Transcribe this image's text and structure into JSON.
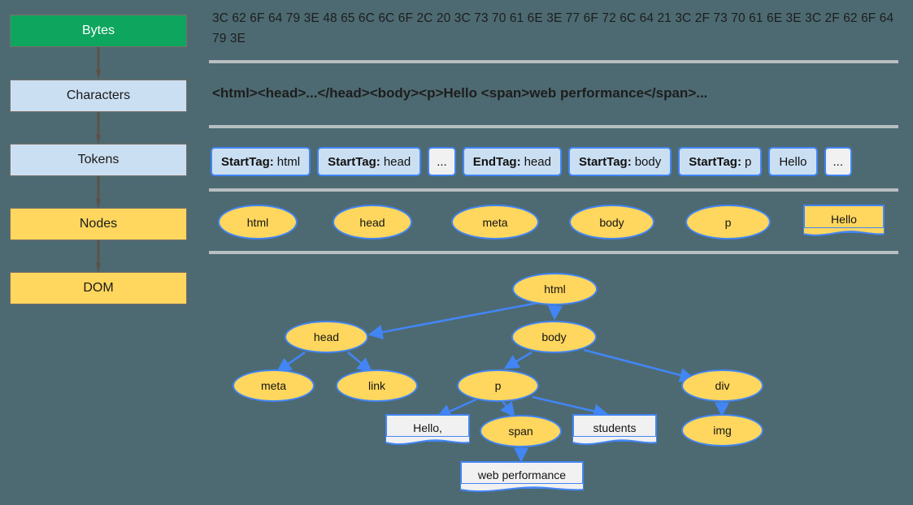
{
  "colors": {
    "background": "#4d6a72",
    "green": "#0ea55e",
    "light_blue": "#cbdff2",
    "yellow": "#ffd75e",
    "node_border": "#4285f4",
    "rule": "#b8bec1",
    "text_doc": "#f1f1f1",
    "pipe_arrow": "#5c5148"
  },
  "pipeline": {
    "stages": [
      {
        "label": "Bytes",
        "style": "green"
      },
      {
        "label": "Characters",
        "style": "blue"
      },
      {
        "label": "Tokens",
        "style": "blue"
      },
      {
        "label": "Nodes",
        "style": "yellow"
      },
      {
        "label": "DOM",
        "style": "yellow"
      }
    ]
  },
  "bytes_row": {
    "hex": "3C 62 6F 64 79 3E 48 65 6C 6C 6F 2C 20 3C 73 70 61 6E 3E 77 6F 72 6C 64 21 3C 2F 73 70 61 6E 3E 3C 2F 62 6F 64 79 3E"
  },
  "characters_row": {
    "text": "<html><head>...</head><body><p>Hello <span>web performance</span>..."
  },
  "tokens_row": {
    "tokens": [
      {
        "kind": "StartTag:",
        "value": "html",
        "type": "tag"
      },
      {
        "kind": "StartTag:",
        "value": "head",
        "type": "tag"
      },
      {
        "kind": "",
        "value": "...",
        "type": "ellipsis"
      },
      {
        "kind": "EndTag:",
        "value": "head",
        "type": "tag"
      },
      {
        "kind": "StartTag:",
        "value": "body",
        "type": "tag"
      },
      {
        "kind": "StartTag:",
        "value": "p",
        "type": "tag"
      },
      {
        "kind": "",
        "value": "Hello",
        "type": "text"
      },
      {
        "kind": "",
        "value": "...",
        "type": "ellipsis"
      }
    ]
  },
  "nodes_row": {
    "nodes": [
      {
        "label": "html",
        "shape": "ellipse"
      },
      {
        "label": "head",
        "shape": "ellipse"
      },
      {
        "label": "meta",
        "shape": "ellipse"
      },
      {
        "label": "body",
        "shape": "ellipse"
      },
      {
        "label": "p",
        "shape": "ellipse"
      },
      {
        "label": "Hello",
        "shape": "document"
      }
    ]
  },
  "dom_tree": {
    "nodes": [
      {
        "id": "html",
        "label": "html",
        "shape": "ellipse"
      },
      {
        "id": "head",
        "label": "head",
        "shape": "ellipse"
      },
      {
        "id": "body",
        "label": "body",
        "shape": "ellipse"
      },
      {
        "id": "meta",
        "label": "meta",
        "shape": "ellipse"
      },
      {
        "id": "link",
        "label": "link",
        "shape": "ellipse"
      },
      {
        "id": "p",
        "label": "p",
        "shape": "ellipse"
      },
      {
        "id": "div",
        "label": "div",
        "shape": "ellipse"
      },
      {
        "id": "hello",
        "label": "Hello,",
        "shape": "document"
      },
      {
        "id": "span",
        "label": "span",
        "shape": "ellipse"
      },
      {
        "id": "students",
        "label": "students",
        "shape": "document"
      },
      {
        "id": "img",
        "label": "img",
        "shape": "ellipse"
      },
      {
        "id": "webperf",
        "label": "web performance",
        "shape": "document"
      }
    ],
    "edges": [
      {
        "from": "html",
        "to": "head"
      },
      {
        "from": "html",
        "to": "body"
      },
      {
        "from": "head",
        "to": "meta"
      },
      {
        "from": "head",
        "to": "link"
      },
      {
        "from": "body",
        "to": "p"
      },
      {
        "from": "body",
        "to": "div"
      },
      {
        "from": "p",
        "to": "hello"
      },
      {
        "from": "p",
        "to": "span"
      },
      {
        "from": "p",
        "to": "students"
      },
      {
        "from": "div",
        "to": "img"
      },
      {
        "from": "span",
        "to": "webperf"
      }
    ]
  }
}
